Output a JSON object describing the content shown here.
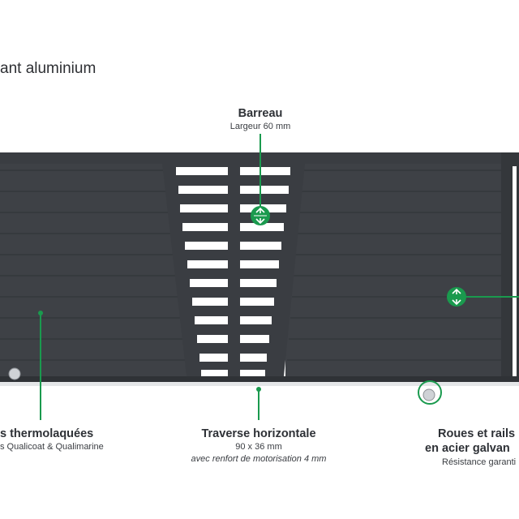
{
  "heading": "ant aluminium",
  "labels": {
    "barreau": {
      "title": "Barreau",
      "sub": "Largeur 60 mm"
    },
    "thermo": {
      "title": "s thermolaquées",
      "sub": "s Qualicoat & Qualimarine"
    },
    "traverse": {
      "title": "Traverse horizontale",
      "sub": "90 x 36 mm",
      "note": "avec renfort de motorisation 4 mm"
    },
    "roues": {
      "title1": "Roues et rails",
      "title2": "en acier galvan",
      "sub": "Résistance garanti"
    }
  },
  "colors": {
    "panel": "#3e4146",
    "panel_dark": "#34373b",
    "board_line": "#2f3236",
    "accent_green": "#1a9a4e",
    "text": "#2e3136",
    "rail": "#e4e6e8"
  },
  "icons": {
    "measure_marker": "double-arrow-vertical-icon",
    "wheel_marker": "circle-highlight-icon"
  }
}
